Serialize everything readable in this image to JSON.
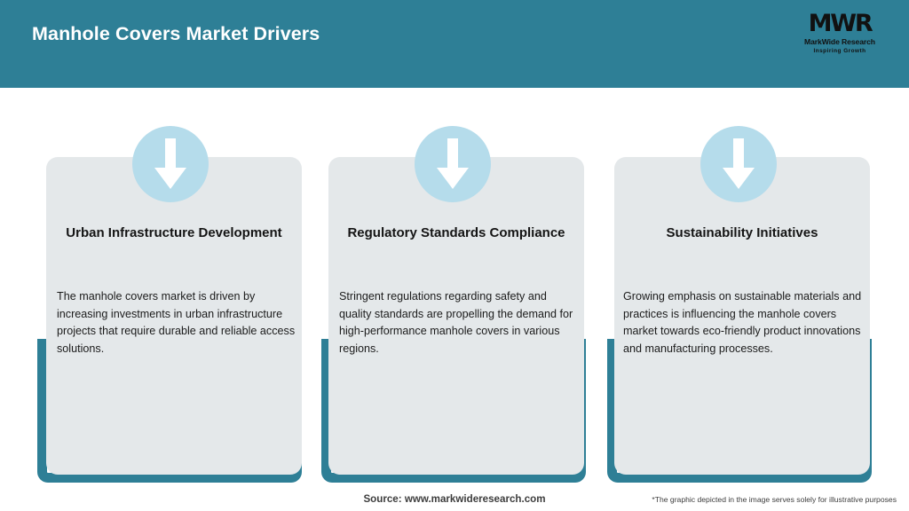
{
  "header": {
    "title": "Manhole Covers Market Drivers",
    "background_color": "#2e7f96",
    "title_color": "#ffffff"
  },
  "logo": {
    "mark": "MWR",
    "name": "MarkWide Research",
    "tagline": "Inspiring Growth"
  },
  "theme": {
    "teal": "#2e7f96",
    "card_grey": "#e4e8ea",
    "icon_circle_blue": "#b5dceb",
    "arrow_white": "#ffffff"
  },
  "cards": [
    {
      "icon": "arrow-down-icon",
      "heading": "Urban Infrastructure Development",
      "body": "The manhole covers market is driven by increasing investments in urban infrastructure projects that require durable and reliable access solutions."
    },
    {
      "icon": "arrow-down-icon",
      "heading": "Regulatory Standards Compliance",
      "body": "Stringent regulations regarding safety and quality standards are propelling the demand for high-performance manhole covers in various regions."
    },
    {
      "icon": "arrow-down-icon",
      "heading": "Sustainability Initiatives",
      "body": "Growing emphasis on sustainable materials and practices is influencing the manhole covers market towards eco-friendly product innovations and manufacturing processes."
    }
  ],
  "footer": {
    "source": "Source: www.markwideresearch.com",
    "disclaimer": "*The graphic depicted in the image serves solely for illustrative purposes"
  }
}
